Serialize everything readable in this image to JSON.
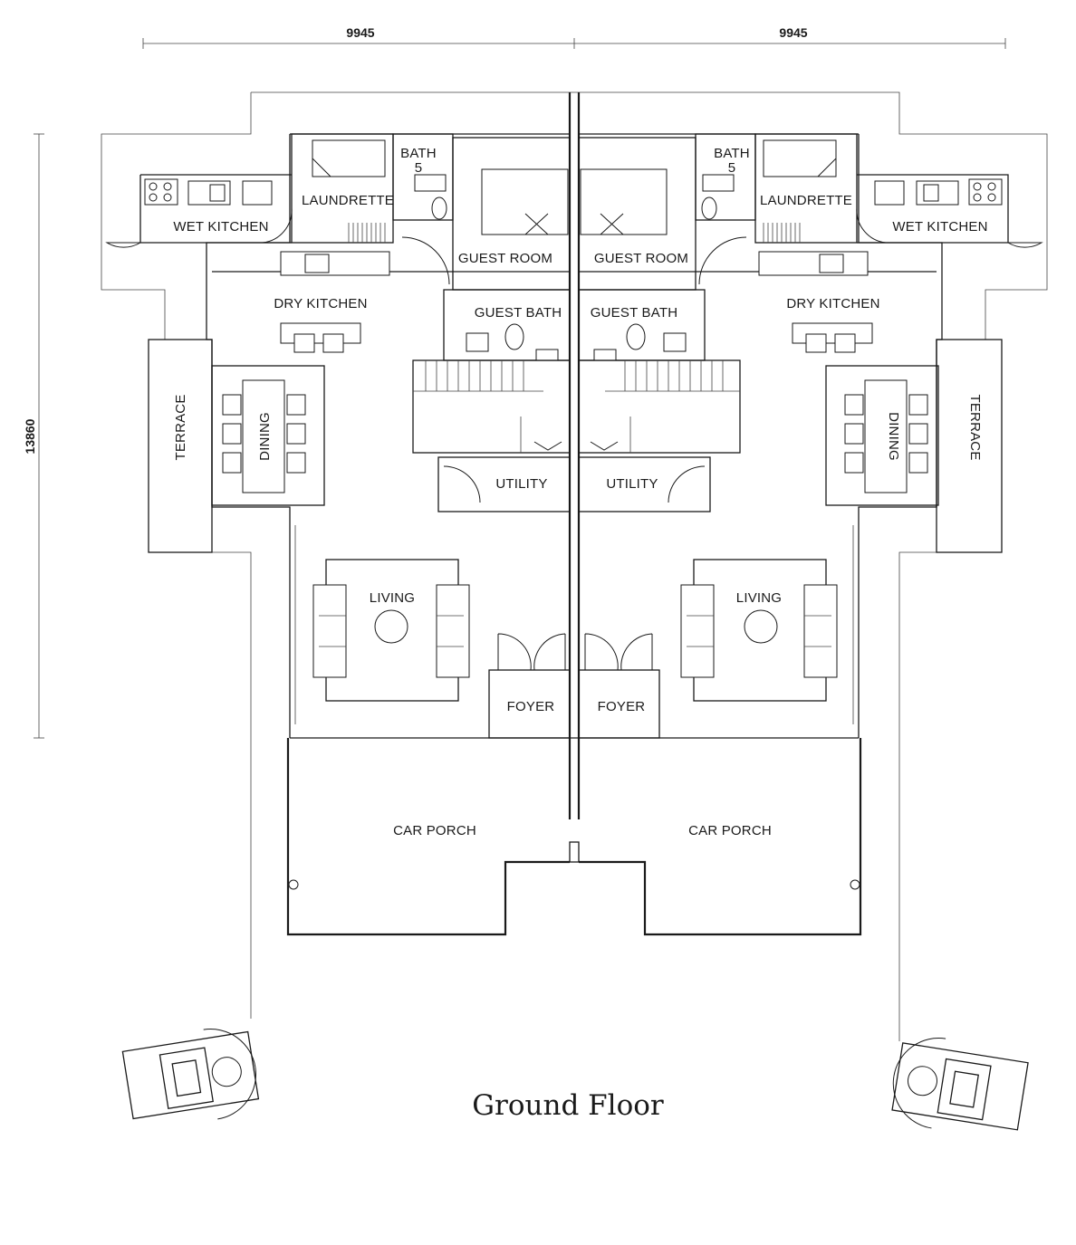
{
  "dimensions": {
    "width_left": "9945",
    "width_right": "9945",
    "depth": "13860"
  },
  "rooms": {
    "wet_kitchen": "WET KITCHEN",
    "laundrette": "LAUNDRETTE",
    "bath5_line1": "BATH",
    "bath5_line2": "5",
    "guest_room": "GUEST ROOM",
    "guest_bath": "GUEST BATH",
    "dry_kitchen": "DRY KITCHEN",
    "terrace": "TERRACE",
    "dining": "DINING",
    "utility": "UTILITY",
    "living": "LIVING",
    "foyer": "FOYER",
    "car_porch": "CAR PORCH"
  },
  "title": "Ground Floor"
}
